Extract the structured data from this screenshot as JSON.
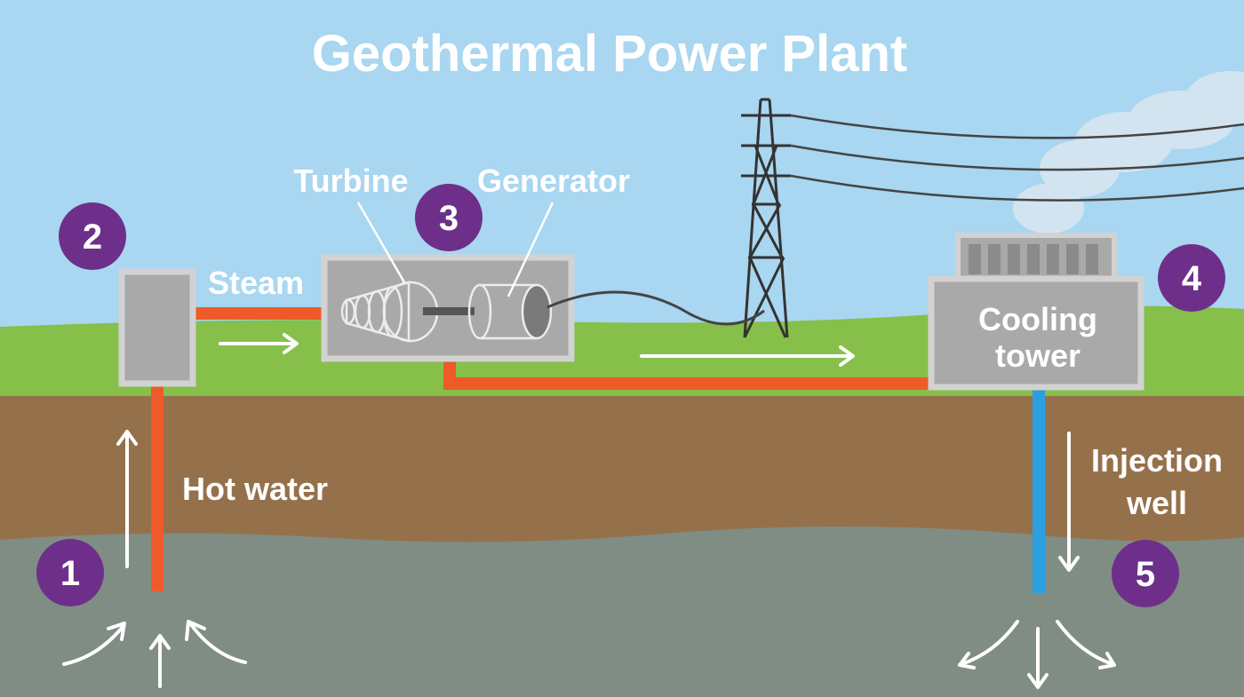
{
  "title": "Geothermal Power Plant",
  "labels": {
    "steam": "Steam",
    "turbine": "Turbine",
    "generator": "Generator",
    "hot_water": "Hot water",
    "cooling_line1": "Cooling",
    "cooling_line2": "tower",
    "injection_line1": "Injection",
    "injection_line2": "well"
  },
  "steps": {
    "s1": "1",
    "s2": "2",
    "s3": "3",
    "s4": "4",
    "s5": "5"
  },
  "colors": {
    "sky": "#a9d6f0",
    "grass": "#86bf4a",
    "soil": "#95714b",
    "rock": "#808d84",
    "hot_pipe": "#ee5a2a",
    "cold_pipe": "#2aa0e0",
    "equipment": "#a9a9a9",
    "equipment_border": "#d2d2d2",
    "step_badge": "#6e2f8b",
    "tower": "#333333"
  }
}
